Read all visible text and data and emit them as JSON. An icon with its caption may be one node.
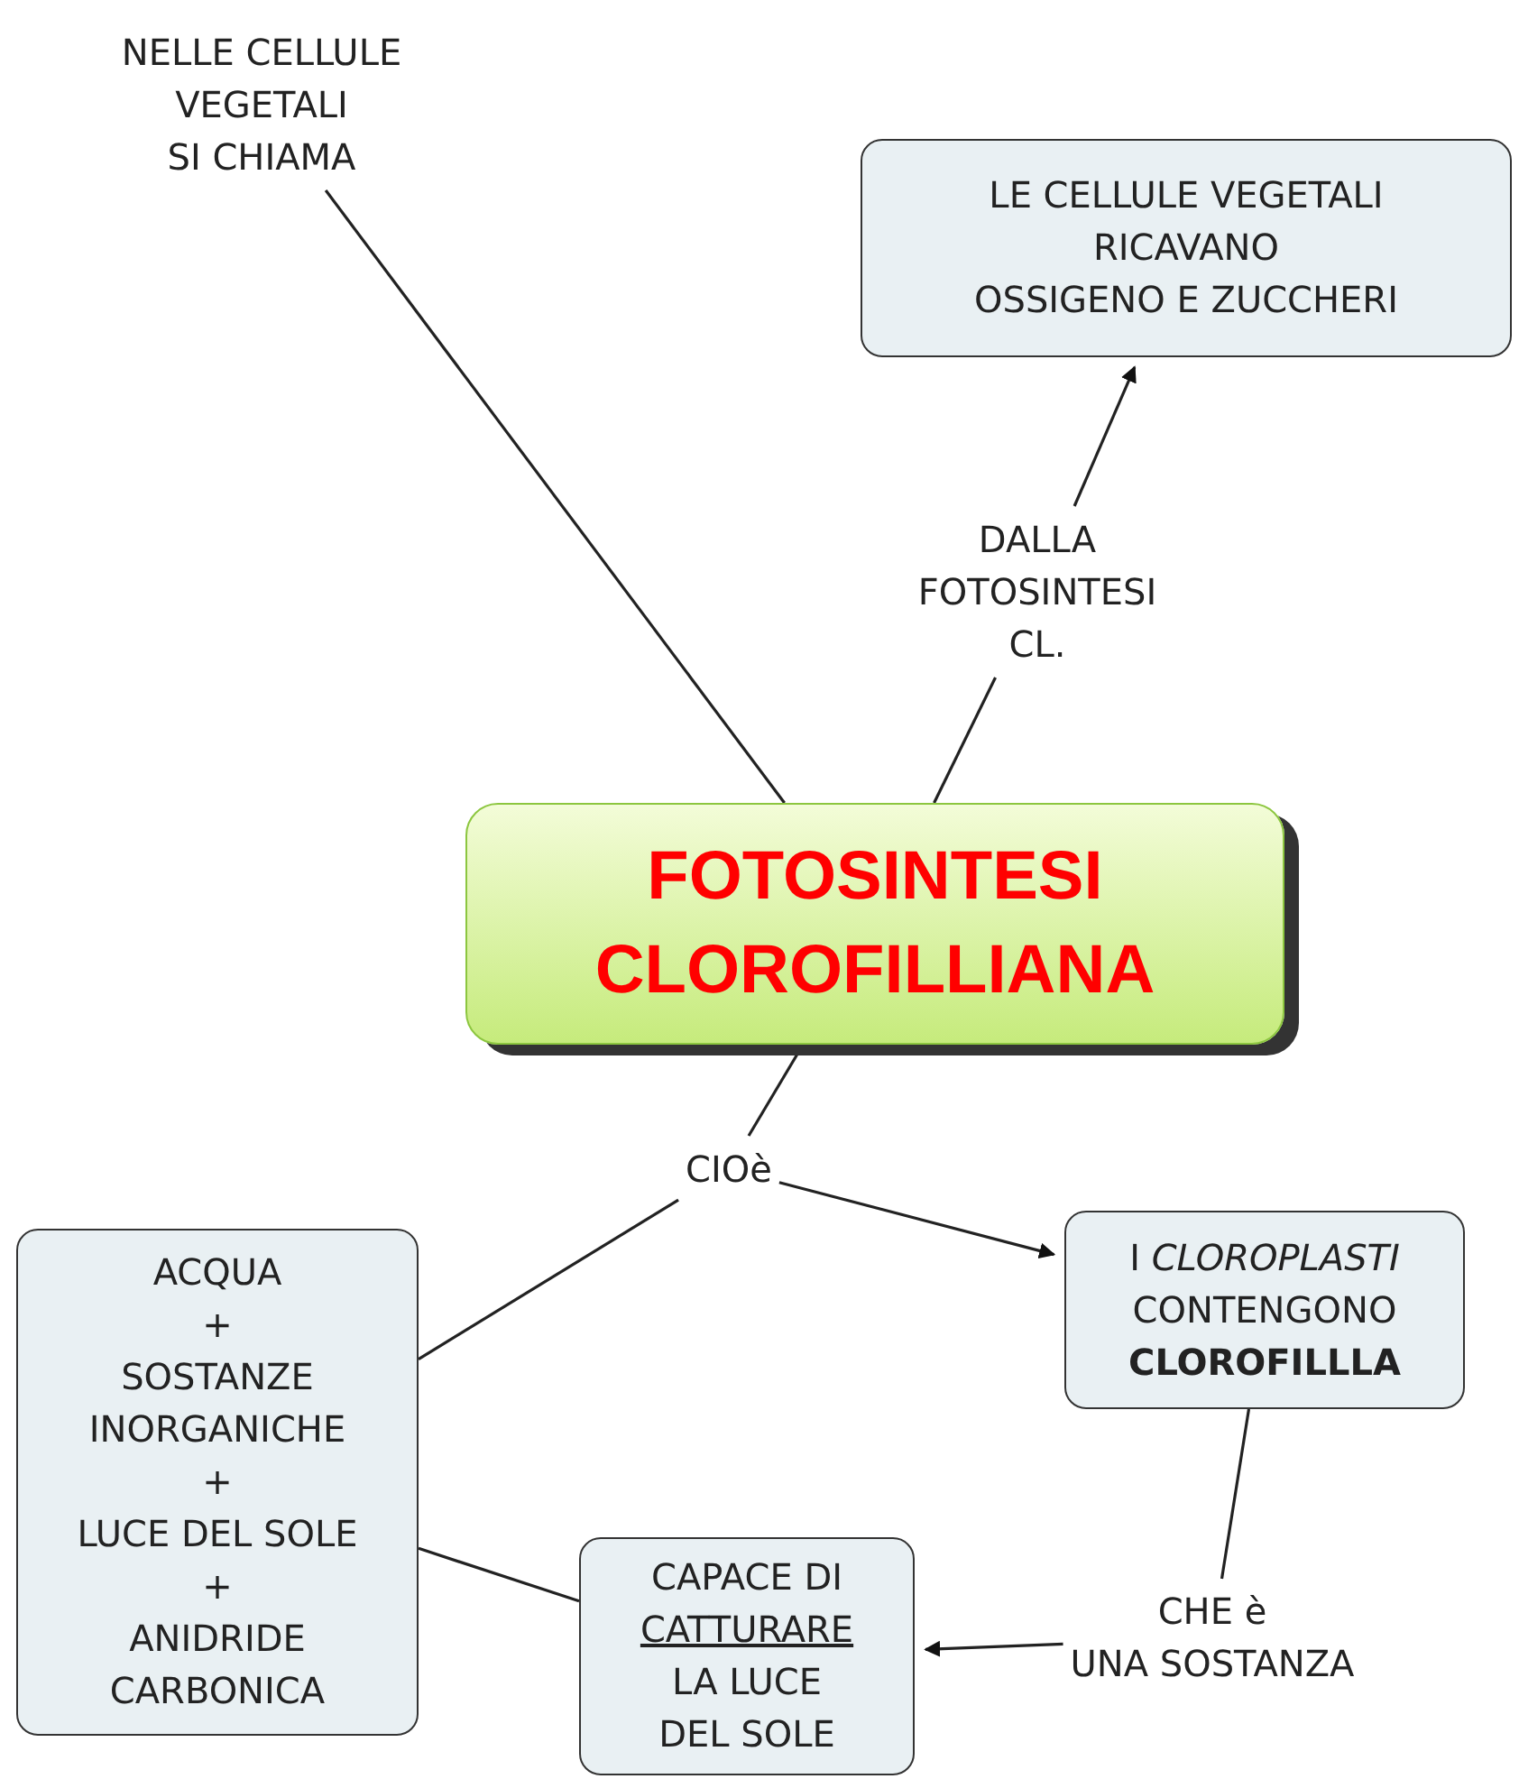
{
  "diagram": {
    "nodes": [
      {
        "text": [
          "NELLE CELLULE VEGETALI SI CHIAMA"
        ]
      },
      {
        "text": [
          "LE CELLULE VEGETALI RICAVANO OSSIGENO E ZUCCHERI"
        ]
      },
      {
        "text": [
          "DALLA FOTOSINTESI CL."
        ]
      },
      {
        "text": [
          "FOTOSINTESI CLOROFILLIANA"
        ]
      },
      {
        "text": [
          "CIOè"
        ]
      },
      {
        "text": [
          "ACQUA + SOSTANZE INORGANICHE + LUCE DEL SOLE + ANIDRIDE CARBONICA"
        ]
      },
      {
        "text": [
          "I *CLOROPLASTI* CONTENGONO **CLOROFILLLA**"
        ]
      },
      {
        "text": [
          "CHE è UNA SOSTANZA"
        ]
      },
      {
        "text": [
          "CAPACE DI CATTURARE LA LUCE DEL SOLE"
        ]
      }
    ],
    "edges": [
      {
        "from": 0,
        "to": 3,
        "arrow": "none"
      },
      {
        "from": 3,
        "to": 2,
        "arrow": "none"
      },
      {
        "from": 2,
        "to": 1,
        "arrow": "to"
      },
      {
        "from": 3,
        "to": 4,
        "arrow": "none"
      },
      {
        "from": 4,
        "to": 6,
        "arrow": "to"
      },
      {
        "from": 4,
        "to": 5,
        "arrow": "none"
      },
      {
        "from": 6,
        "to": 7,
        "arrow": "none"
      },
      {
        "from": 7,
        "to": 8,
        "arrow": "to"
      },
      {
        "from": 5,
        "to": 8,
        "arrow": "none"
      }
    ]
  }
}
